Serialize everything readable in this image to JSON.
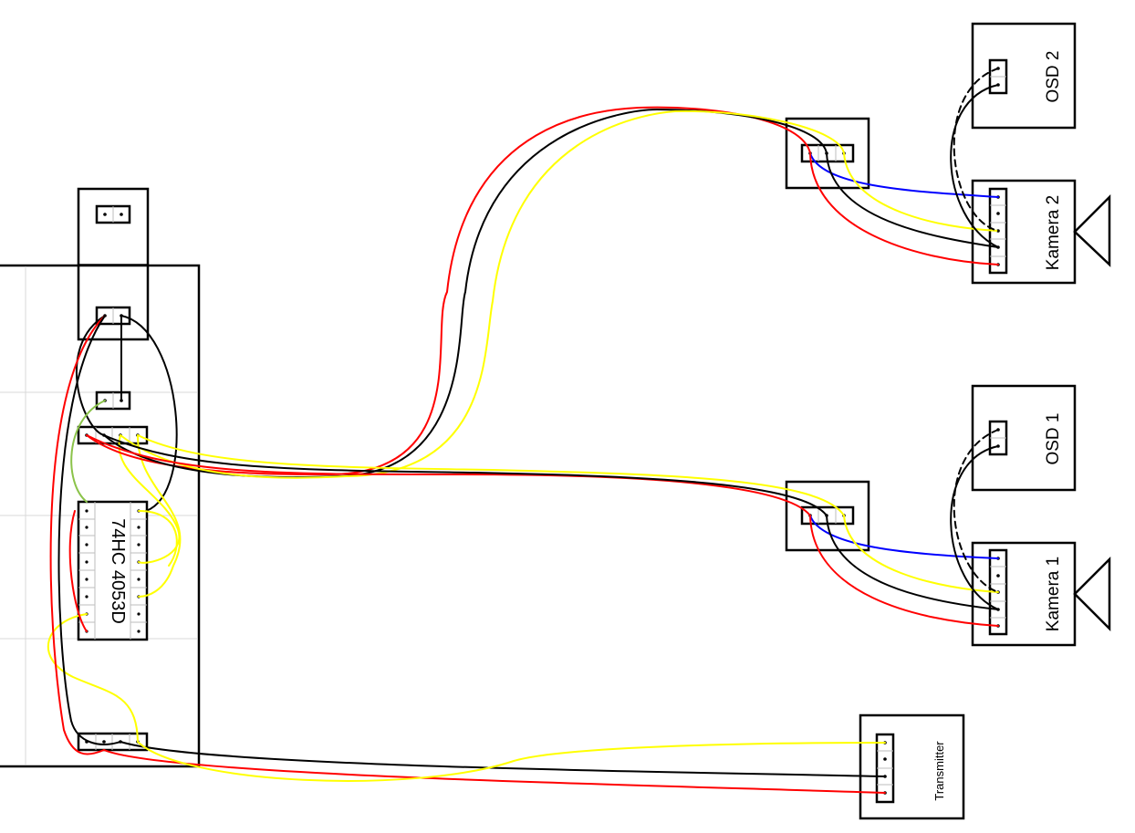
{
  "labels": {
    "osd2": "OSD 2",
    "osd1": "OSD 1",
    "kamera2": "Kamera 2",
    "kamera1": "Kamera 1",
    "chip": "74HC 4053D",
    "transmitter": "Transmitter"
  },
  "colors": {
    "red": "#ff0000",
    "black": "#000000",
    "yellow": "#ffff00",
    "blue": "#0000ff",
    "green": "#8bc34a",
    "grid": "#d8d8d8"
  },
  "icons": {
    "camera": "triangle-lens-icon"
  }
}
